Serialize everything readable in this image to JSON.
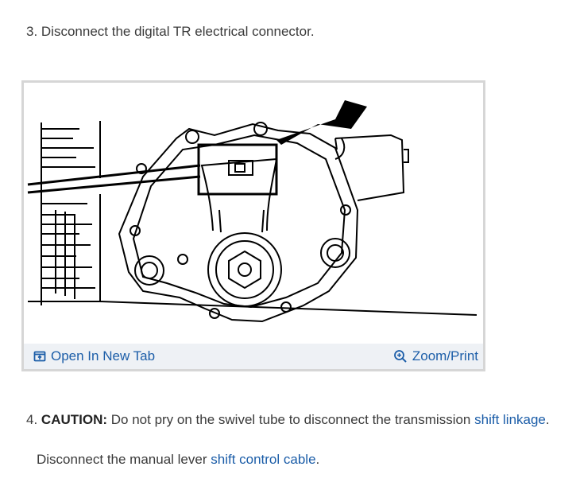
{
  "step3": {
    "text": "3. Disconnect the digital TR electrical connector."
  },
  "figure": {
    "open_tab_label": "Open In New Tab",
    "zoom_label": "Zoom/Print"
  },
  "step4": {
    "number": "4.",
    "caution_label": "CAUTION:",
    "caution_text": " Do not pry on the swivel tube to disconnect the transmission ",
    "link1": "shift linkage",
    "period": "."
  },
  "step4b": {
    "text": "Disconnect the manual lever ",
    "link": "shift control cable",
    "period": "."
  },
  "colors": {
    "link": "#1b5da8",
    "bar": "#eef1f5",
    "border": "#d6d6d6"
  }
}
